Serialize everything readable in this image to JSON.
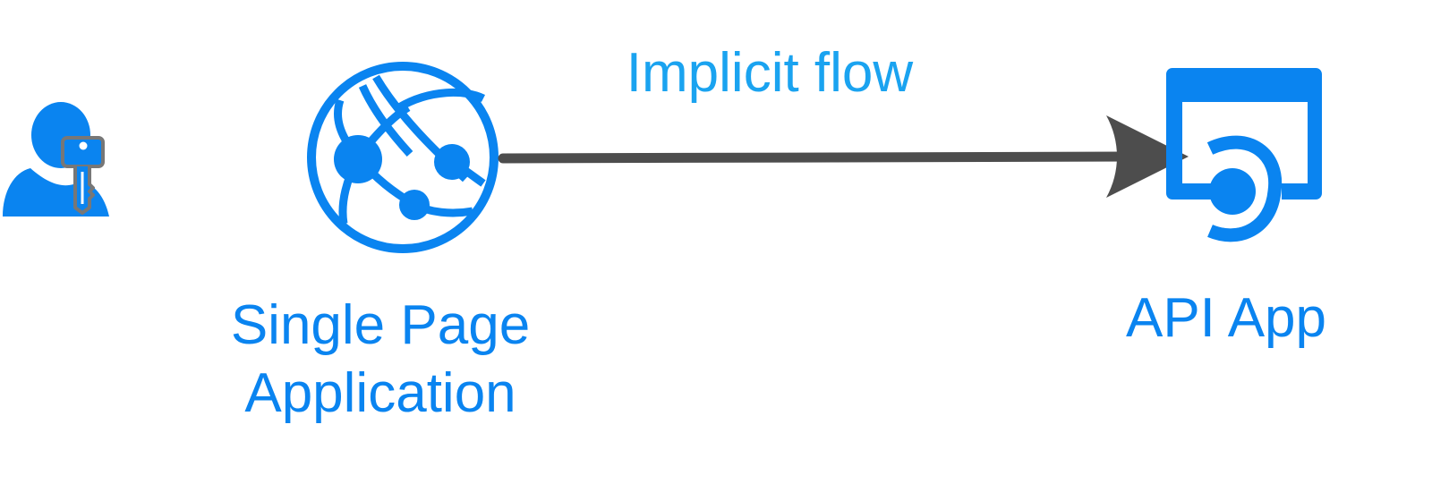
{
  "diagram": {
    "flow_label": "Implicit flow",
    "spa": {
      "label_line1": "Single Page",
      "label_line2": "Application"
    },
    "api": {
      "label": "API App"
    }
  },
  "icons": {
    "user": "user-key-icon",
    "spa": "web-app-globe-icon",
    "api": "api-app-icon"
  },
  "colors": {
    "brand_blue": "#0a84f0",
    "flow_label_blue": "#1aa3f0",
    "arrow_gray": "#4d4d4d",
    "key_gray": "#777777"
  }
}
